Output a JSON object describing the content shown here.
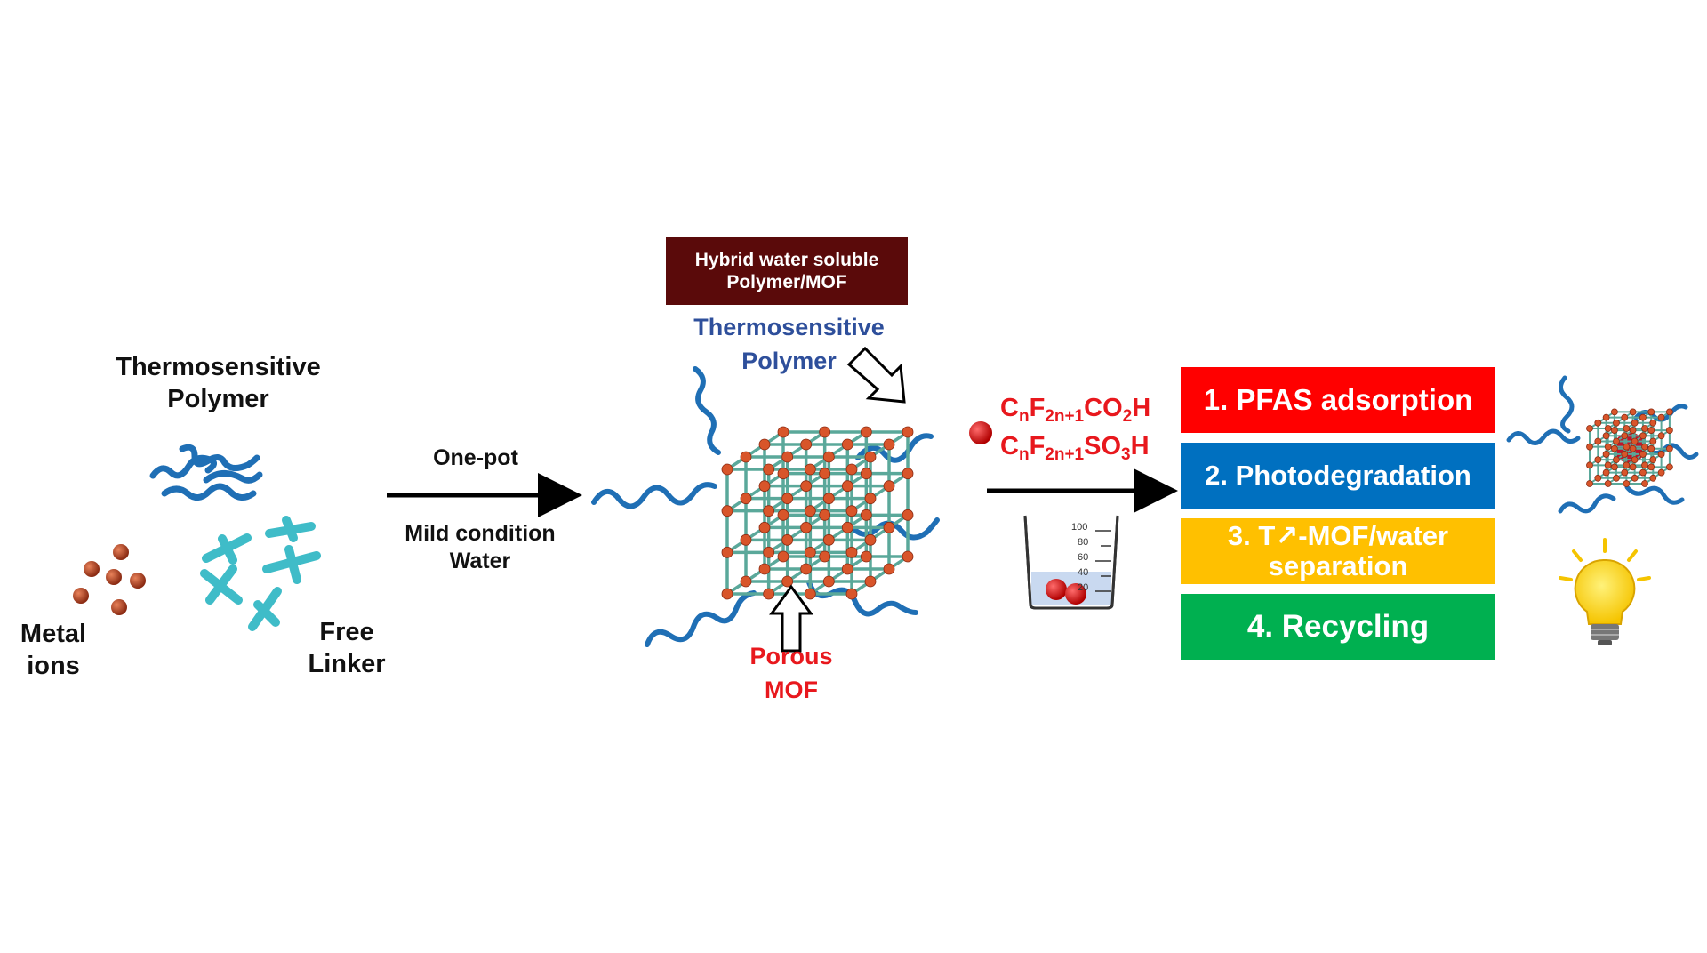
{
  "left": {
    "polymer_label": [
      "Thermosensitive",
      "Polymer"
    ],
    "metal_label": [
      "Metal",
      "ions"
    ],
    "linker_label": [
      "Free",
      "Linker"
    ]
  },
  "arrow1": {
    "top": "One-pot",
    "bottom": [
      "Mild condition",
      "Water"
    ]
  },
  "center": {
    "hybrid_box": [
      "Hybrid water soluble",
      "Polymer/MOF"
    ],
    "polymer_label": [
      "Thermosensitive",
      "Polymer"
    ],
    "mof_label": [
      "Porous",
      "MOF"
    ]
  },
  "pfas": {
    "formula1": {
      "C": "C",
      "n": "n",
      "F": "F",
      "sub2": "2n+1",
      "rest": "CO",
      "o2": "2",
      "end": "H"
    },
    "formula2": {
      "C": "C",
      "n": "n",
      "F": "F",
      "sub2": "2n+1",
      "rest": "SO",
      "o3": "3",
      "end": "H"
    },
    "beaker_ticks": [
      "100",
      "80",
      "60",
      "40",
      "20"
    ]
  },
  "steps": [
    {
      "label": "1. PFAS adsorption",
      "color": "#ff0000"
    },
    {
      "label": "2. Photodegradation",
      "color": "#0070c0"
    },
    {
      "label": [
        "3. T↗-MOF/water",
        "separation"
      ],
      "color": "#ffc000"
    },
    {
      "label": "4. Recycling",
      "color": "#00b050"
    }
  ],
  "colors": {
    "polymer": "#1f6fb5",
    "metal": "#b5401f",
    "linker": "#3fbcc8",
    "mof_rod": "#5aa89a",
    "mof_node": "#d8552a",
    "red_label": "#e8181d",
    "blue_label": "#2e4f9b"
  }
}
